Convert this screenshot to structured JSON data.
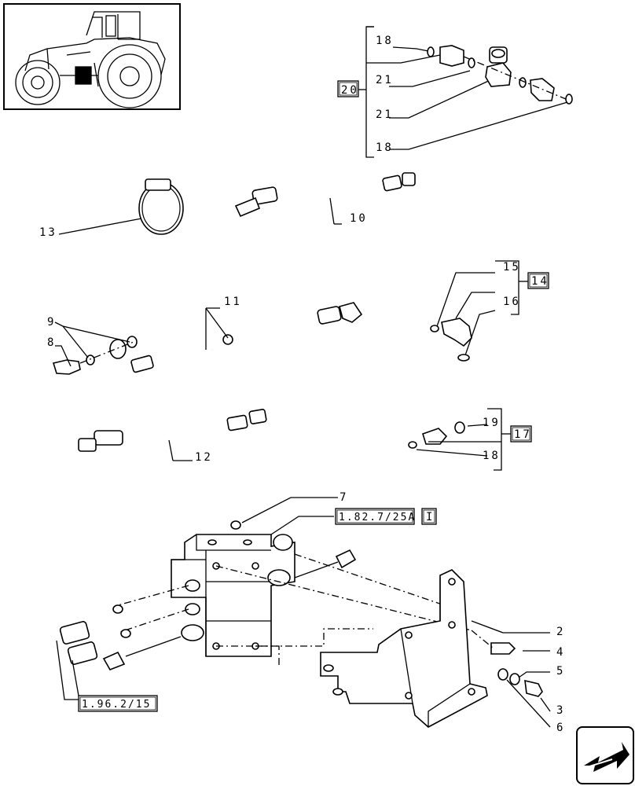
{
  "labels": {
    "l18a": "18",
    "l21a": "21",
    "l20": "20",
    "l21b": "21",
    "l18b": "18",
    "l13": "13",
    "l10": "10",
    "l15": "15",
    "l14": "14",
    "l16": "16",
    "l11": "11",
    "l9": "9",
    "l8": "8",
    "l19": "19",
    "l17": "17",
    "l18c": "18",
    "l12": "12",
    "l7": "7",
    "ref1": "1.82.7/25A",
    "refI": "I",
    "l2": "2",
    "l4": "4",
    "l5": "5",
    "l3": "3",
    "l6": "6",
    "ref2": "1.96.2/15"
  },
  "icons": {
    "thumbnail": "tractor-thumbnail",
    "nav": "next-page-arrow-icon"
  },
  "colors": {
    "ink": "#000000",
    "paper": "#ffffff"
  }
}
